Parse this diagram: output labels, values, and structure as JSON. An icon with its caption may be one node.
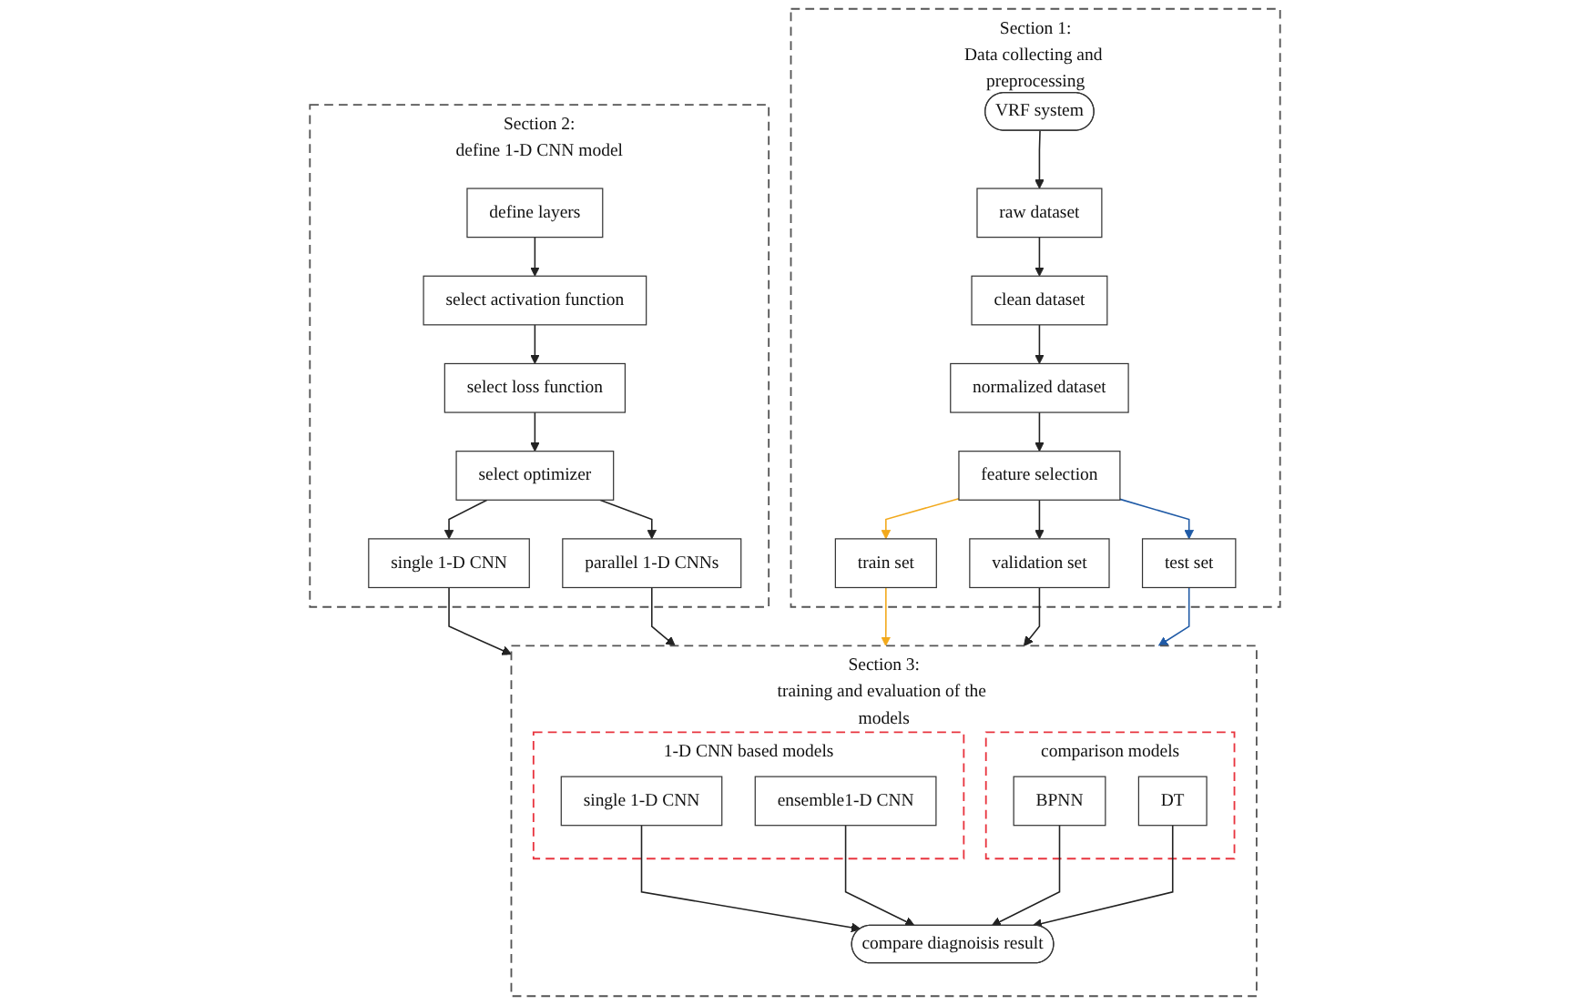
{
  "diagram": {
    "nodes": [
      {
        "text": [
          "Section 2:",
          "define 1-D CNN model"
        ]
      },
      {
        "text": [
          "define layers"
        ],
        "in": 0
      },
      {
        "text": [
          "select activation function"
        ],
        "in": 0
      },
      {
        "text": [
          "select loss function"
        ],
        "in": 0
      },
      {
        "text": [
          "select optimizer"
        ],
        "in": 0
      },
      {
        "text": [
          "single 1-D CNN"
        ],
        "in": 0
      },
      {
        "text": [
          "parallel 1-D CNNs"
        ],
        "in": 0
      },
      {
        "text": [
          "Section 1:",
          "Data collecting and preprocessing"
        ]
      },
      {
        "text": [
          "VRF system"
        ],
        "in": 7
      },
      {
        "text": [
          "raw dataset"
        ],
        "in": 7
      },
      {
        "text": [
          "clean dataset"
        ],
        "in": 7
      },
      {
        "text": [
          "normalized dataset"
        ],
        "in": 7
      },
      {
        "text": [
          "feature selection"
        ],
        "in": 7
      },
      {
        "text": [
          "train set"
        ],
        "in": 7
      },
      {
        "text": [
          "validation set"
        ],
        "in": 7
      },
      {
        "text": [
          "test set"
        ],
        "in": 7
      },
      {
        "text": [
          "Section 3:",
          "training and evaluation of the models"
        ]
      },
      {
        "text": [
          "1-D CNN based models"
        ],
        "in": 16
      },
      {
        "text": [
          "single 1-D CNN"
        ],
        "in": 17
      },
      {
        "text": [
          "ensemble1-D CNN"
        ],
        "in": 17
      },
      {
        "text": [
          "comparison models"
        ],
        "in": 16
      },
      {
        "text": [
          "BPNN"
        ],
        "in": 20
      },
      {
        "text": [
          "DT"
        ],
        "in": 20
      },
      {
        "text": [
          "compare diagnoisis result"
        ],
        "in": 16
      }
    ],
    "edges": [
      {
        "from": 1,
        "to": 2,
        "arrow": "to"
      },
      {
        "from": 2,
        "to": 3,
        "arrow": "to"
      },
      {
        "from": 3,
        "to": 4,
        "arrow": "to"
      },
      {
        "from": 4,
        "to": 5,
        "arrow": "to"
      },
      {
        "from": 4,
        "to": 6,
        "arrow": "to"
      },
      {
        "from": 8,
        "to": 9,
        "arrow": "to"
      },
      {
        "from": 9,
        "to": 10,
        "arrow": "to"
      },
      {
        "from": 10,
        "to": 11,
        "arrow": "to"
      },
      {
        "from": 11,
        "to": 12,
        "arrow": "to"
      },
      {
        "from": 12,
        "to": 13,
        "arrow": "to",
        "color": "#f2a91c"
      },
      {
        "from": 12,
        "to": 14,
        "arrow": "to"
      },
      {
        "from": 12,
        "to": 15,
        "arrow": "to",
        "color": "#1f5aa6"
      },
      {
        "from": 5,
        "to": 16,
        "arrow": "to"
      },
      {
        "from": 6,
        "to": 16,
        "arrow": "to"
      },
      {
        "from": 13,
        "to": 16,
        "arrow": "to",
        "color": "#f2a91c"
      },
      {
        "from": 14,
        "to": 16,
        "arrow": "to"
      },
      {
        "from": 15,
        "to": 16,
        "arrow": "to",
        "color": "#1f5aa6"
      },
      {
        "from": 18,
        "to": 23,
        "arrow": "to"
      },
      {
        "from": 19,
        "to": 23,
        "arrow": "to"
      },
      {
        "from": 21,
        "to": 23,
        "arrow": "to"
      },
      {
        "from": 22,
        "to": 23,
        "arrow": "to"
      }
    ]
  }
}
